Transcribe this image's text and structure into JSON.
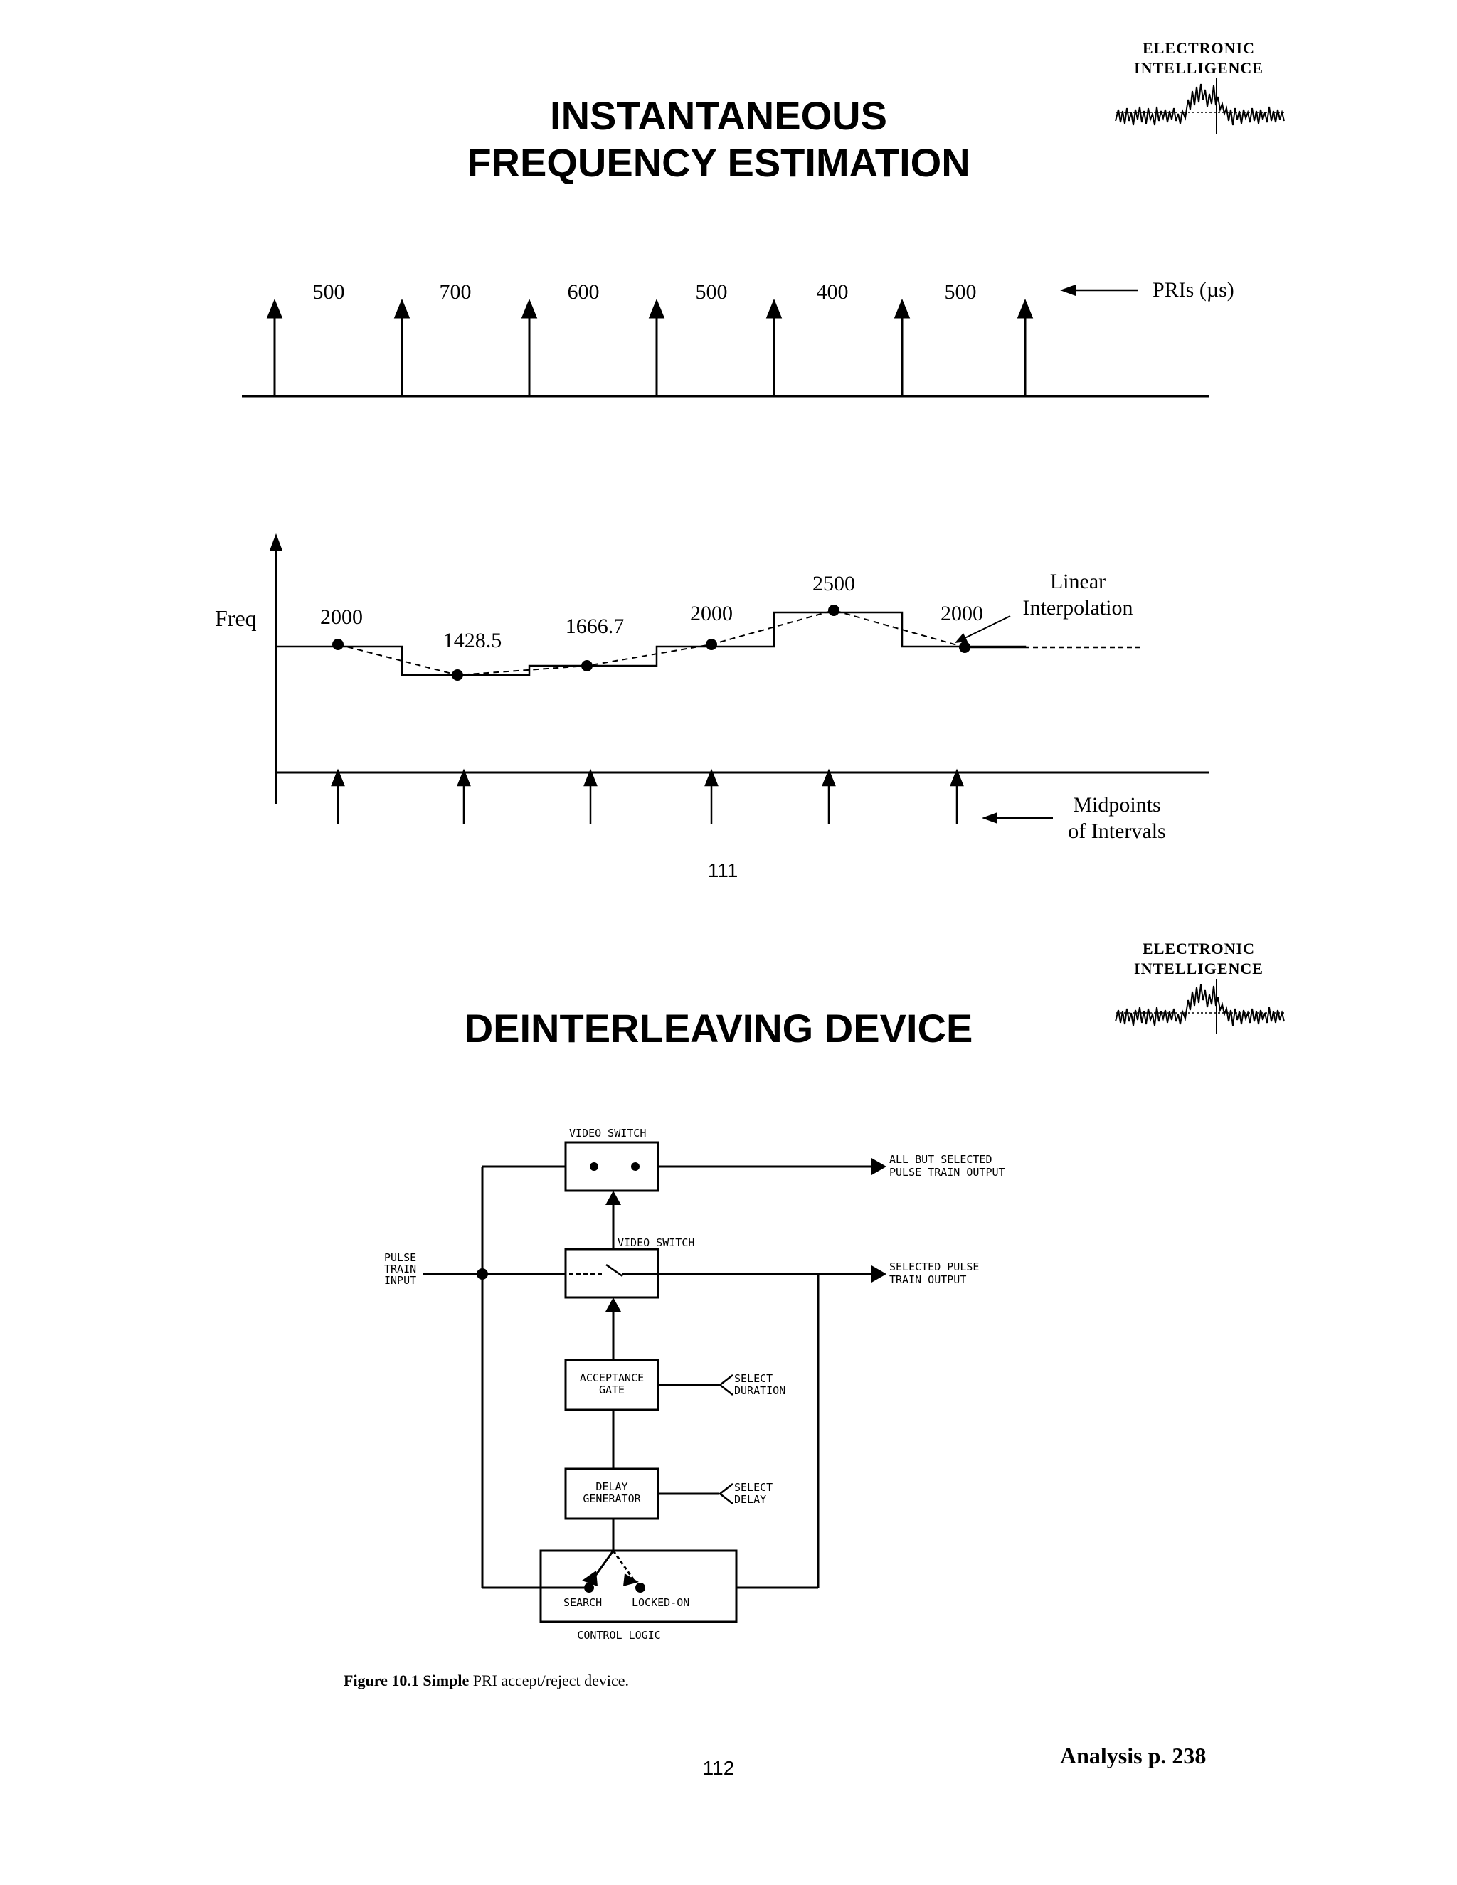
{
  "page1": {
    "title_line1": "INSTANTANEOUS",
    "title_line2": "FREQUENCY ESTIMATION",
    "logo_line1": "ELECTRONIC",
    "logo_line2": "INTELLIGENCE",
    "pri_values": [
      "500",
      "700",
      "600",
      "500",
      "400",
      "500"
    ],
    "pri_label": "PRIs  (µs)",
    "freq_label": "Freq",
    "freq_values": [
      "2000",
      "1428.5",
      "1666.7",
      "2000",
      "2500",
      "2000"
    ],
    "interp_label_line1": "Linear",
    "interp_label_line2": "Interpolation",
    "midpoints_line1": "Midpoints",
    "midpoints_line2": "of Intervals",
    "page_number": "111"
  },
  "page2": {
    "title": "DEINTERLEAVING DEVICE",
    "logo_line1": "ELECTRONIC",
    "logo_line2": "INTELLIGENCE",
    "video_switch_top": "VIDEO SWITCH",
    "video_switch_mid": "VIDEO SWITCH",
    "pulse_input_line1": "PULSE",
    "pulse_input_line2": "TRAIN",
    "pulse_input_line3": "INPUT",
    "output_top_line1": "ALL BUT SELECTED",
    "output_top_line2": "PULSE TRAIN OUTPUT",
    "output_mid_line1": "SELECTED PULSE",
    "output_mid_line2": "TRAIN OUTPUT",
    "acceptance_line1": "ACCEPTANCE",
    "acceptance_line2": "GATE",
    "select_duration_line1": "SELECT",
    "select_duration_line2": "DURATION",
    "delay_line1": "DELAY",
    "delay_line2": "GENERATOR",
    "select_delay_line1": "SELECT",
    "select_delay_line2": "DELAY",
    "search_label": "SEARCH",
    "locked_label": "LOCKED-ON",
    "control_logic": "CONTROL LOGIC",
    "caption_bold": "Figure 10.1  Simple",
    "caption_rest": " PRI accept/reject device.",
    "analysis_ref": "Analysis p. 238",
    "page_number": "112"
  }
}
